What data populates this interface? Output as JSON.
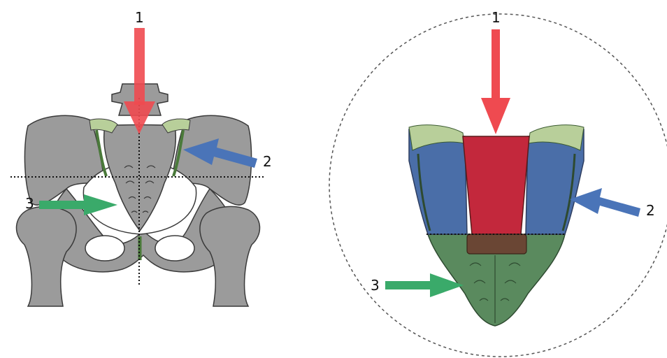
{
  "figure": {
    "left_panel": {
      "labels": {
        "one": "1",
        "two": "2",
        "three": "3"
      }
    },
    "right_panel": {
      "labels": {
        "one": "1",
        "two": "2",
        "three": "3"
      }
    }
  },
  "colors": {
    "bone": "#9b9b9b",
    "bone_outline": "#3a3a3a",
    "ligament": "#b8cf9a",
    "arrow_vertical": "#ef4a50",
    "arrow_lateral": "#4a74b8",
    "arrow_forward": "#3aaa6a",
    "sacrum_fill": "#5a8a5e",
    "wedge_fill": "#c3283c",
    "ala_fill": "#4a6ea8",
    "wedge_lower": "#6a4634"
  }
}
